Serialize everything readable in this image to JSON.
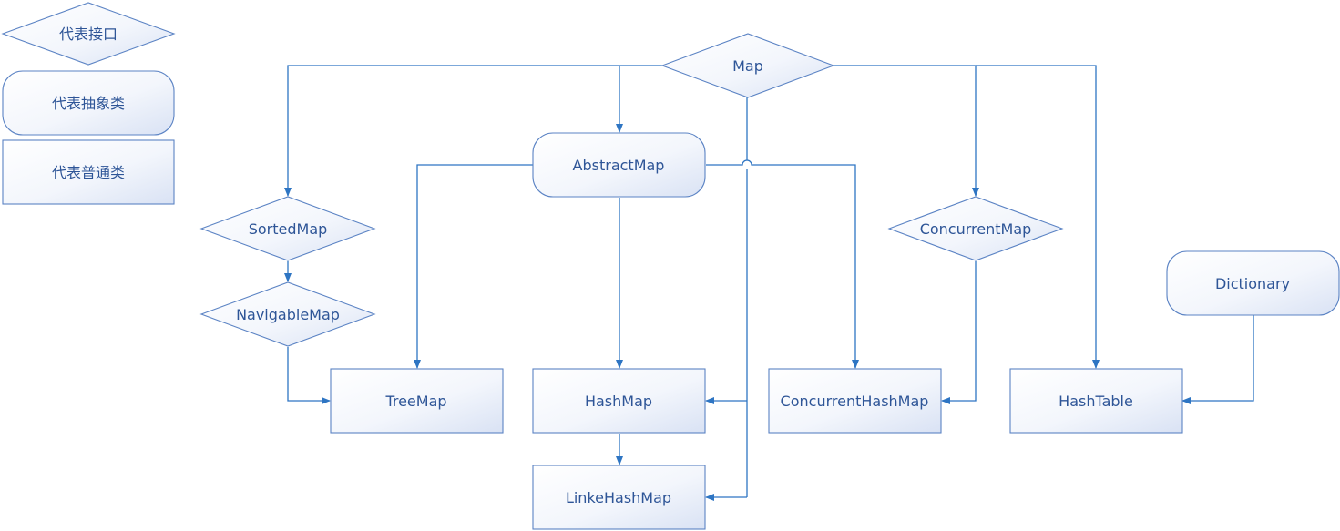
{
  "legend": {
    "interface": "代表接口",
    "abstract_class": "代表抽象类",
    "class": "代表普通类"
  },
  "nodes": {
    "map": "Map",
    "abstract_map": "AbstractMap",
    "sorted_map": "SortedMap",
    "navigable_map": "NavigableMap",
    "concurrent_map": "ConcurrentMap",
    "dictionary": "Dictionary",
    "tree_map": "TreeMap",
    "hash_map": "HashMap",
    "linked_hash_map": "LinkeHashMap",
    "concurrent_hash_map": "ConcurrentHashMap",
    "hash_table": "HashTable"
  },
  "colors": {
    "stroke": "#5b83c4",
    "edge": "#2e75c3",
    "text": "#2e5597",
    "fill_light": "#ffffff",
    "fill_tint": "#dde5f5"
  }
}
